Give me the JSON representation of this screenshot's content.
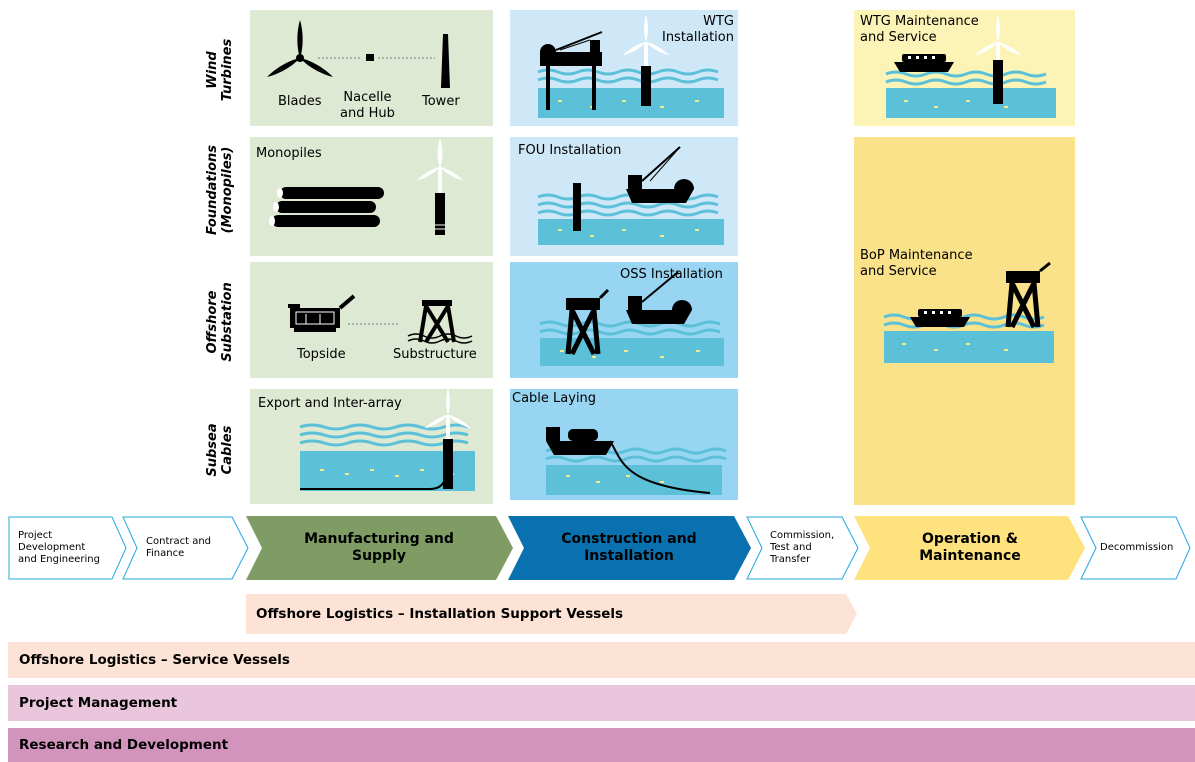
{
  "rows": {
    "wind": "Wind\nTurbines",
    "foundations": "Foundations\n(Monopiles)",
    "substation": "Offshore\nSubstation",
    "cables": "Subsea\nCables"
  },
  "manufacturing": {
    "blades": "Blades",
    "nacelle": "Nacelle\nand Hub",
    "tower": "Tower",
    "monopiles": "Monopiles",
    "topside": "Topside",
    "substructure": "Substructure",
    "cables": "Export and Inter-array"
  },
  "installation": {
    "wtg": "WTG\nInstallation",
    "fou": "FOU Installation",
    "oss": "OSS Installation",
    "cable": "Cable Laying"
  },
  "operation": {
    "wtg": "WTG Maintenance\nand Service",
    "bop": "BoP Maintenance\nand Service"
  },
  "chevrons": {
    "c1": "Project\nDevelopment\nand Engineering",
    "c2": "Contract and\nFinance",
    "c3": "Manufacturing and\nSupply",
    "c4": "Construction and\nInstallation",
    "c5": "Commission,\nTest and\nTransfer",
    "c6": "Operation &\nMaintenance",
    "c7": "Decommission"
  },
  "bars": {
    "isv": "Offshore Logistics – Installation Support Vessels",
    "service": "Offshore Logistics – Service Vessels",
    "pm": "Project Management",
    "rd": "Research and Development"
  },
  "colors": {
    "manufacturing_bg": "#dde9d3",
    "installation_bg": "#cfe8f8",
    "installation_bg2": "#97d5f2",
    "operation_light": "#fcf4b6",
    "operation_dark": "#f9e28a",
    "sea": "#5bc0d8",
    "wave": "#5bc0d8",
    "chevron_green": "#7e9c64",
    "chevron_blue": "#0a71b0",
    "chevron_yellow": "#fde27e",
    "chevron_outline": "#22a8de",
    "bar_isv": "#fde3d6",
    "bar_service": "#fde3d6",
    "bar_pm": "#e9c6dc",
    "bar_rd": "#d294bd"
  }
}
